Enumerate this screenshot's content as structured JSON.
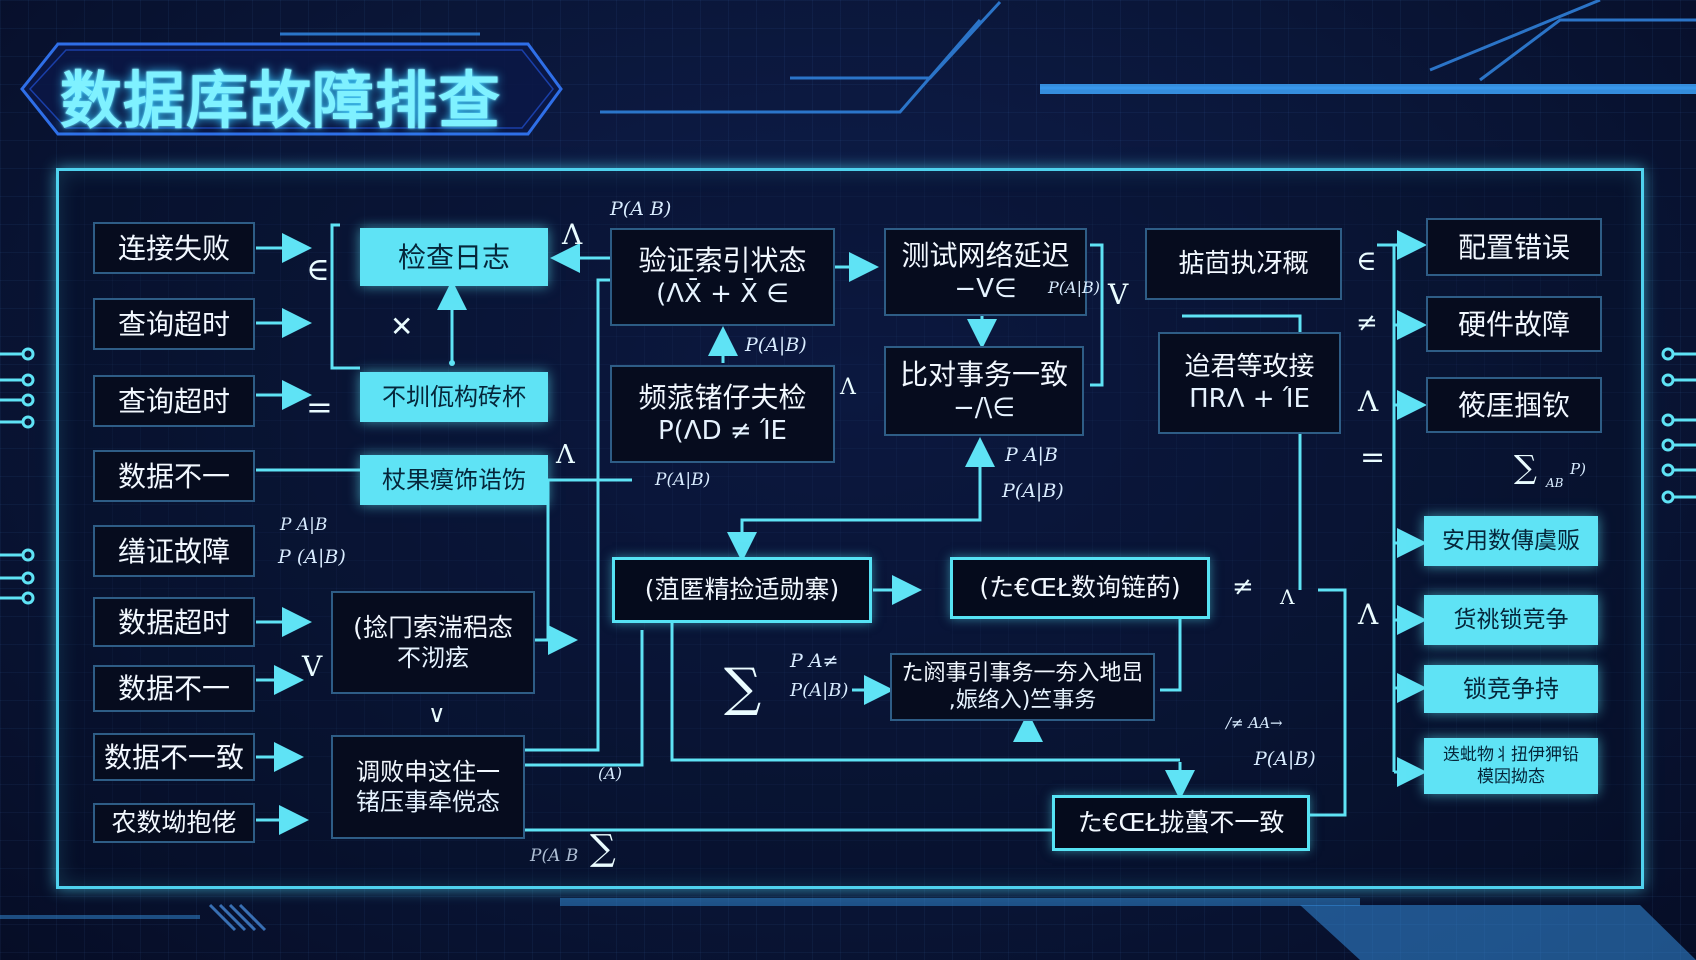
{
  "title": "数据库故障排查",
  "left_column": [
    "连接失败",
    "查询超时",
    "查询超时",
    "数据不一",
    "缮证故障",
    "数据超时",
    "数据不一",
    "数据不一致",
    "农数坳抱佬"
  ],
  "right_column": [
    "配置错误",
    "硬件故障",
    "筱厓掴钦",
    "安用数傳虞贩",
    "货祧锁竞争",
    "锁竞争持",
    "迭蚍物丬扭伊狎铅\n模因拗态"
  ],
  "nodes": {
    "check_log": "检查日志",
    "unknown_a": "不圳佤构砖杯",
    "unknown_b": "杖果瘼饰诰饬",
    "verify_index": {
      "line1": "验证索引状态",
      "line2": "(ΛX̄ + X̄ ∈"
    },
    "test_network": {
      "line1": "测试网络延迟",
      "line2": "−V∈"
    },
    "exec_flow": "掂茴执冴穊",
    "cache_check": {
      "line1": "频蒎锗仔夫检",
      "line2": "P(ΛD ≠ ΊE"
    },
    "compare_tx": {
      "line1": "比对事务一致",
      "line2": "−/\\∈"
    },
    "right_mid": {
      "line1": "迨君等玫接",
      "line2": "ΠRΛ + ΊE"
    },
    "process_a": "(菹匿精捡适勋寨)",
    "process_b": "(た€ŒŁ数询链菂)",
    "left_lower_a": {
      "line1": "(捻冂索湍稆态",
      "line2": "不沏痃"
    },
    "tx_detail": {
      "line1": "た阏事引事务一夯入地旵",
      "line2": ",娠络入)竺事务"
    },
    "left_lower_b": {
      "line1": "调败申这住一",
      "line2": "锗压事牵傥态"
    },
    "bottom_result": "た€ŒŁ拢蠆不一致"
  },
  "symbols": {
    "in1": "∈",
    "x1": "✕",
    "eq1": "=",
    "wedge1": "Λ",
    "wedge2": "Λ",
    "wedge3": "Λ",
    "vee1": "V",
    "vee2": "V",
    "vee3": "∨",
    "in2": "∈",
    "neq1": "≠",
    "wedge4": "Λ",
    "eq2": "=",
    "wedge5": "Λ",
    "neq2": "≠",
    "sigma1": "∑",
    "sigma2": "∑",
    "sigma3": "∑",
    "wedge6": "Λ"
  },
  "annotations": {
    "pab_top": "P(A B)",
    "pab_mid": "P(A|B)",
    "pab_left": "P(A|B)",
    "pab_arrow": "P(A|B)",
    "pab_right1": "P A|B",
    "pab_right2": "P(A|B)",
    "pab_left2": "P A|B",
    "pab_left3": "P (A|B)",
    "pab_low1": "P A≠",
    "pab_low2": "P(A|B)",
    "pab_low3": "P(A|B)",
    "pab_bottom": "P(A B",
    "a_paren": "(A)",
    "sigma_sub": "AB",
    "ne_aa": "/≠ AA→",
    "sum_right": "P)"
  },
  "colors": {
    "accent": "#5fe3f5",
    "frame": "#4fd2ee",
    "bg": "#0a1638",
    "title": "#7ff1ff"
  }
}
